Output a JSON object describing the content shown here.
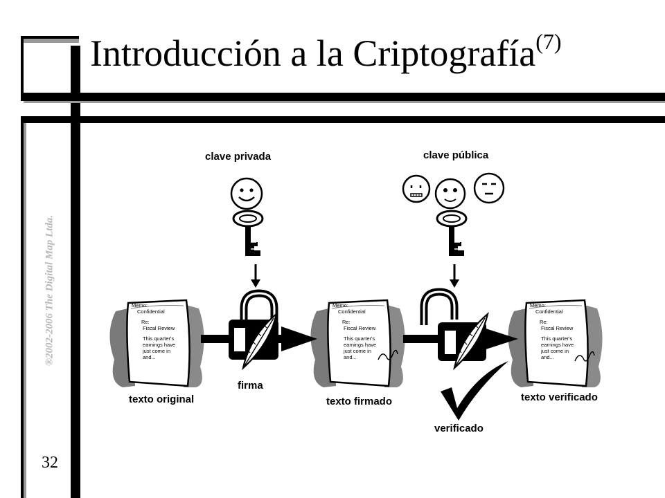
{
  "slide": {
    "title": "Introducción a la Criptografía",
    "title_sup": "(7)",
    "copyright": "®2002-2006 The Digital Map Ltda.",
    "page_number": "32"
  },
  "diagram": {
    "private_key_label": "clave privada",
    "public_key_label": "clave pública",
    "sign_label": "firma",
    "original_text_label": "texto original",
    "signed_text_label": "texto firmado",
    "verified_text_label": "texto verificado",
    "verified_label": "verificado",
    "memo": {
      "line1": "Memo:",
      "line2": "Confidential",
      "line3": "Re:",
      "line4": "Fiscal Review",
      "line5": "This quarter's",
      "line6": "earnings have",
      "line7": "just come in",
      "line8": "and..."
    }
  }
}
